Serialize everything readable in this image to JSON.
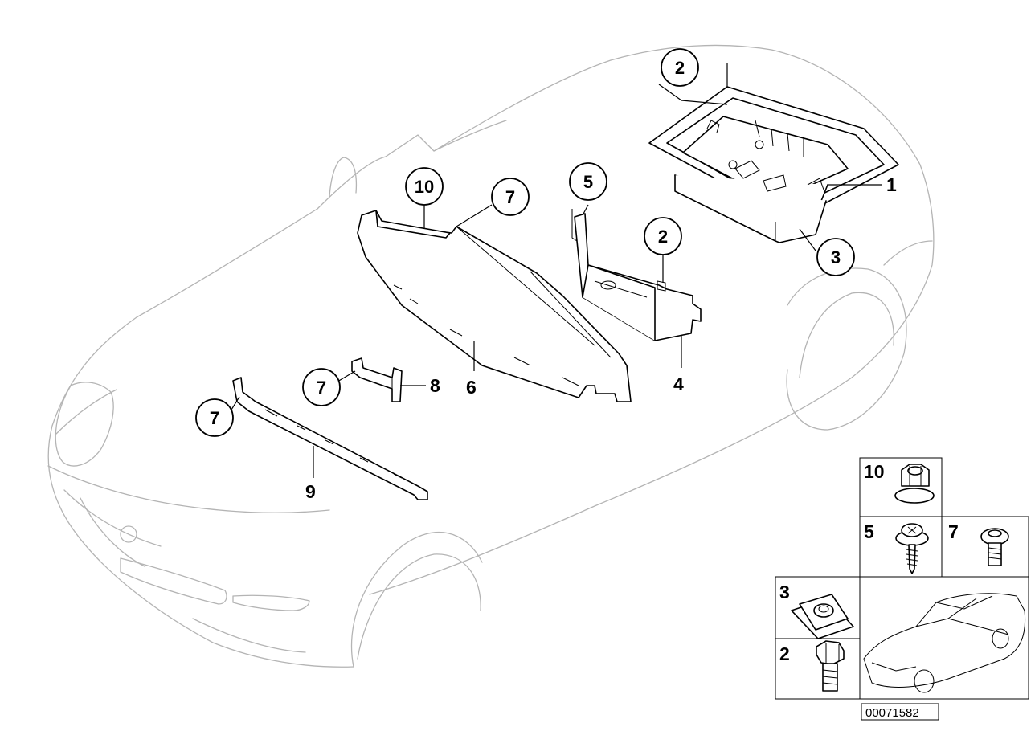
{
  "diagram": {
    "callouts": [
      {
        "id": "c2-top",
        "label": "2"
      },
      {
        "id": "c10",
        "label": "10"
      },
      {
        "id": "c7-a",
        "label": "7"
      },
      {
        "id": "c5",
        "label": "5"
      },
      {
        "id": "c2-mid",
        "label": "2"
      },
      {
        "id": "c3",
        "label": "3"
      },
      {
        "id": "c7-b",
        "label": "7"
      },
      {
        "id": "c7-c",
        "label": "7"
      }
    ],
    "plain_labels": [
      {
        "id": "l1",
        "label": "1"
      },
      {
        "id": "l4",
        "label": "4"
      },
      {
        "id": "l6",
        "label": "6"
      },
      {
        "id": "l8",
        "label": "8"
      },
      {
        "id": "l9",
        "label": "9"
      }
    ],
    "fastener_legend": [
      {
        "id": "f10",
        "label": "10",
        "icon": "flange-nut-icon"
      },
      {
        "id": "f5",
        "label": "5",
        "icon": "screw-with-washer-icon"
      },
      {
        "id": "f7",
        "label": "7",
        "icon": "torx-bolt-icon"
      },
      {
        "id": "f3",
        "label": "3",
        "icon": "clip-nut-icon"
      },
      {
        "id": "f2",
        "label": "2",
        "icon": "hex-bolt-icon"
      }
    ],
    "reference_number": "00071582"
  }
}
